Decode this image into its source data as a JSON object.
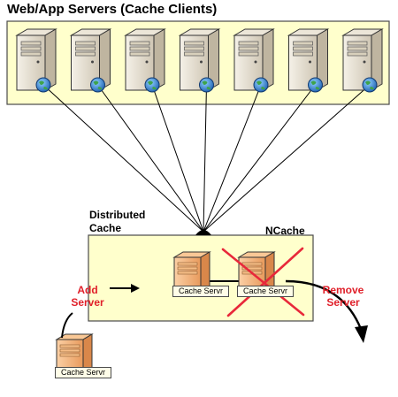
{
  "title": "Web/App Servers (Cache Clients)",
  "distributed_cache_label": "Distributed\nCache",
  "ncache_label": "NCache",
  "add_server_label": "Add\nServer",
  "remove_server_label": "Remove\nServer",
  "cache_server_tags": [
    "Cache Servr",
    "Cache Servr",
    "Cache Servr"
  ],
  "web_server_count": 7,
  "colors": {
    "panel_fill": "#ffffcc",
    "panel_border": "#4a4a4a",
    "server_body": "#e0d8c8",
    "cache_server_body": "#f4b078",
    "globe": "#2f7fd0",
    "accent_red": "#e0202a"
  },
  "icons": [
    "web-server-icon",
    "globe-icon",
    "cache-server-icon",
    "cross-out-icon",
    "arrow-icon"
  ]
}
